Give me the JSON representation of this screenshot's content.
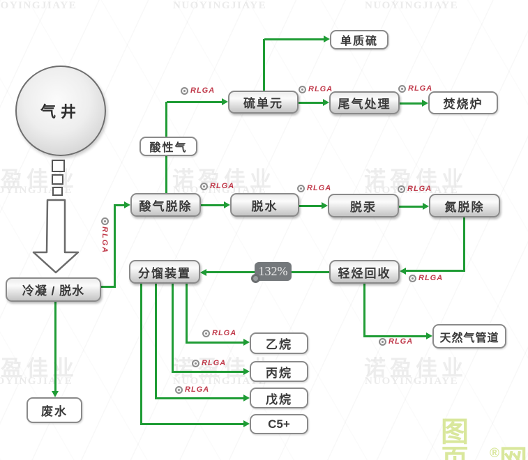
{
  "watermark": {
    "cn": "诺盈佳业",
    "latin": "NUOYINGJIAYE"
  },
  "rlga": {
    "brand": "RLGA",
    "registered": "®"
  },
  "stamp": {
    "value": "132%"
  },
  "logo": {
    "cn_left": "图页",
    "registered": "®",
    "cn_right": "网",
    "color": "#d9e79c"
  },
  "colors": {
    "flow_green": "#1f9c35",
    "rlga_red": "#c0394a",
    "stamp_gray": "#74787b"
  },
  "nodes": {
    "gas_well": "气井",
    "elemental_sulfur": "单质硫",
    "sulfur_unit": "硫单元",
    "tail_gas_treatment": "尾气处理",
    "incinerator": "焚烧炉",
    "acid_gas": "酸性气",
    "acid_gas_removal": "酸气脱除",
    "dehydration": "脱水",
    "mercury_removal": "脱汞",
    "nitrogen_removal": "氮脱除",
    "ngl_recovery": "轻烃回收",
    "fractionation": "分馏装置",
    "condensation_dehydration": "冷凝 / 脱水",
    "waste_water": "废水",
    "natural_gas_pipeline": "天然气管道",
    "ethane": "乙烷",
    "propane": "丙烷",
    "pentane": "戊烷",
    "c5_plus": "C5+"
  }
}
